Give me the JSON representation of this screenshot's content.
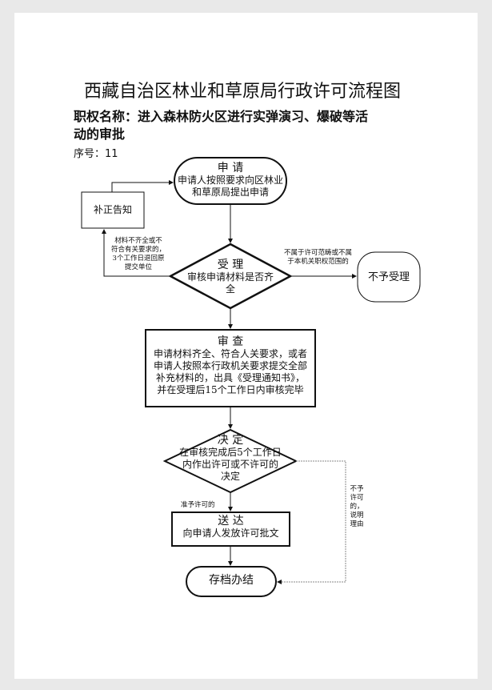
{
  "document": {
    "title": "西藏自治区林业和草原局行政许可流程图",
    "subtitle_line1": "职权名称：进入森林防火区进行实弹演习、爆破等活",
    "subtitle_line2": "动的审批",
    "serial": "序号：11"
  },
  "flowchart": {
    "apply": {
      "title": "申 请",
      "text1": "申请人按照要求向区林业",
      "text2": "和草原局提出申请"
    },
    "supplement": {
      "label": "补正告知"
    },
    "incomplete_note": {
      "l1": "材料不齐全或不",
      "l2": "符合有关要求的，",
      "l3": "3个工作日退回原",
      "l4": "提交单位"
    },
    "accept": {
      "title": "受 理",
      "text1": "审核申请材料是否齐",
      "text2": "全"
    },
    "reject_note": {
      "l1": "不属于许可范畴或不属",
      "l2": "于本机关职权范围的"
    },
    "reject": {
      "label": "不予受理"
    },
    "review": {
      "title": "审 查",
      "l1": "申请材料齐全、符合人关要求，或者",
      "l2": "申请人按照本行政机关要求提交全部",
      "l3": "补充材料的，出具《受理通知书》，",
      "l4": "并在受理后15个工作日内审核完毕"
    },
    "decide": {
      "title": "决 定",
      "text1": "在审核完成后5个工作日",
      "text2": "内作出许可或不许可的",
      "text3": "决定"
    },
    "approve_note": "准予许可的",
    "deny_note": {
      "l1": "不予",
      "l2": "许可",
      "l3": "的，",
      "l4": "说明",
      "l5": "理由"
    },
    "deliver": {
      "title": "送 达",
      "text": "向申请人发放许可批文"
    },
    "archive": {
      "label": "存档办结"
    }
  }
}
